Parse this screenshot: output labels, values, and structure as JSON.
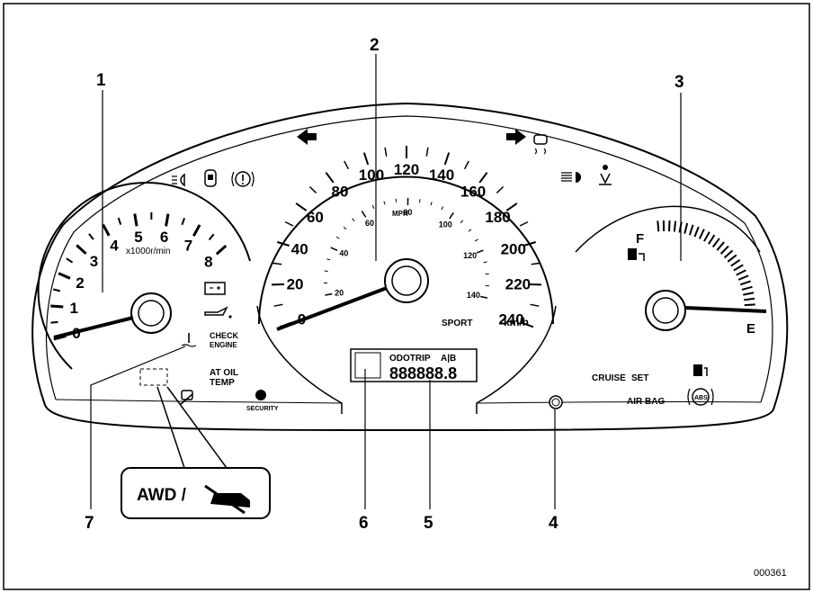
{
  "callouts": [
    "1",
    "2",
    "3",
    "4",
    "5",
    "6",
    "7"
  ],
  "figure_code": "000361",
  "tach": {
    "ticks": [
      "0",
      "1",
      "2",
      "3",
      "4",
      "5",
      "6",
      "7",
      "8"
    ],
    "unit": "x1000r/min"
  },
  "speedo": {
    "kmh_ticks": [
      "0",
      "20",
      "40",
      "60",
      "80",
      "100",
      "120",
      "140",
      "160",
      "180",
      "200",
      "220",
      "240"
    ],
    "mph_ticks": [
      "20",
      "40",
      "60",
      "80",
      "100",
      "120",
      "140"
    ],
    "mph_unit": "MPH",
    "kmh_unit": "km/h",
    "sport": "SPORT"
  },
  "display": {
    "odo_trip": "ODOTRIP",
    "ab": "A|B",
    "digits": "888888.8"
  },
  "fuel": {
    "full": "F",
    "empty": "E"
  },
  "indicators": {
    "check_engine": [
      "CHECK",
      "ENGINE"
    ],
    "at_oil_temp": [
      "AT OIL",
      "TEMP"
    ],
    "security": "SECURITY",
    "cruise": "CRUISE",
    "set": "SET",
    "air_bag": "AIR BAG",
    "abs": "ABS"
  },
  "awd_label": "AWD /"
}
